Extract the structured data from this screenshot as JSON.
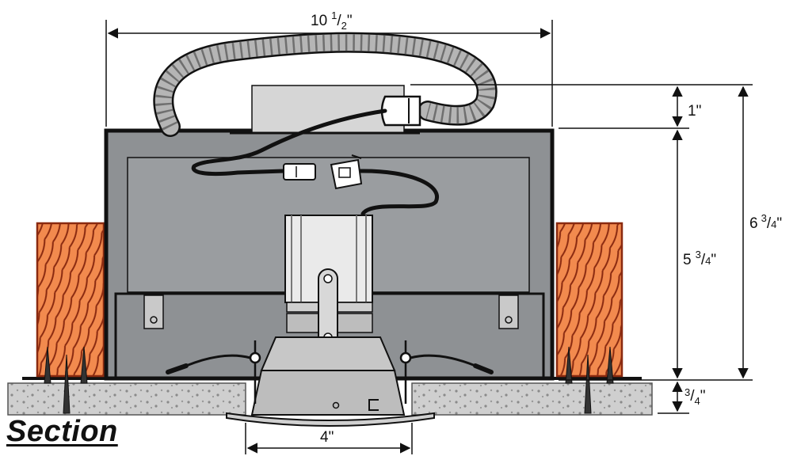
{
  "title": "Section",
  "dimensions": {
    "overall_width": {
      "whole": "10",
      "num": "1",
      "den": "2",
      "unit": "\""
    },
    "top_box": {
      "whole": "1",
      "unit": "\""
    },
    "housing_height": {
      "whole": "5",
      "num": "3",
      "den": "4",
      "unit": "\""
    },
    "total_height": {
      "whole": "6",
      "num": "3",
      "den": "4",
      "unit": "\""
    },
    "ceiling_thickness": {
      "num": "3",
      "den": "4",
      "unit": "\""
    },
    "aperture": {
      "whole": "4",
      "unit": "\""
    }
  },
  "colors": {
    "housing": "#8e9194",
    "housing_inner": "#9a9da0",
    "outline": "#111111",
    "wood": "#f28a4e",
    "wood_grain": "#8a2a10",
    "ceiling": "#cfcfcf",
    "conduit": "#b5b5b5",
    "trim": "#c7c7c7"
  }
}
